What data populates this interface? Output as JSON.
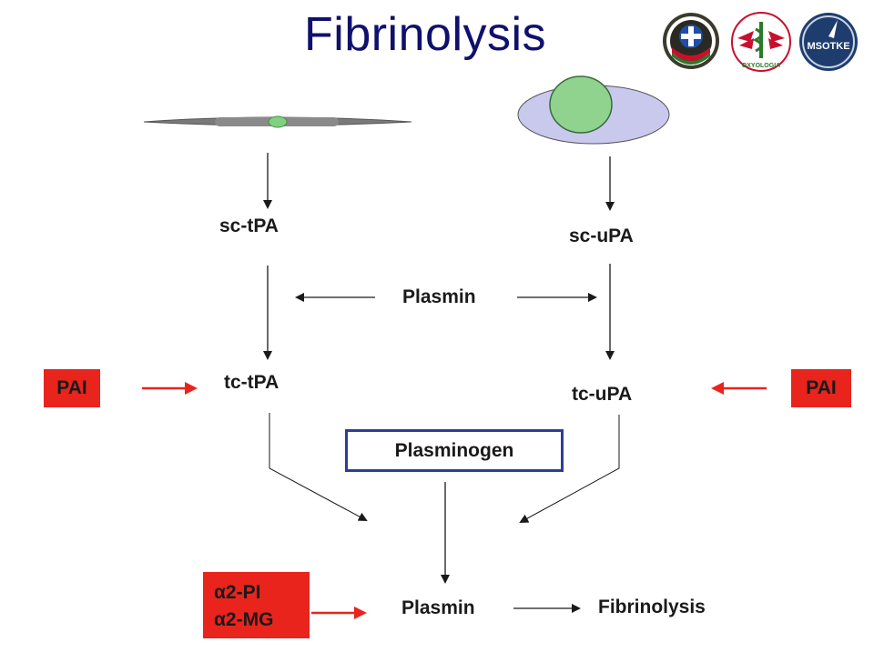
{
  "title": "Fibrinolysis",
  "nodes": {
    "sc_tpa": "sc-tPA",
    "sc_upa": "sc-uPA",
    "plasmin_mid": "Plasmin",
    "tc_tpa": "tc-tPA",
    "tc_upa": "tc-uPA",
    "pai_left": "PAI",
    "pai_right": "PAI",
    "plasminogen": "Plasminogen",
    "alpha_pi": "α2-PI",
    "alpha_mg": "α2-MG",
    "plasmin_bottom": "Plasmin",
    "fibrinolysis": "Fibrinolysis"
  },
  "logos": [
    "emergency-medicine-seal-logo",
    "oxyologia-logo",
    "msotke-logo"
  ],
  "logo_text": {
    "msotke": "MSOTKE",
    "oxyologia": "OXYOLOGIA"
  },
  "colors": {
    "title": "#10106e",
    "inhibitor": "#e8241d",
    "plasminogen_border": "#2b3f96",
    "arrow": "#1a1a1a",
    "inhibitor_arrow": "#e8241d"
  }
}
